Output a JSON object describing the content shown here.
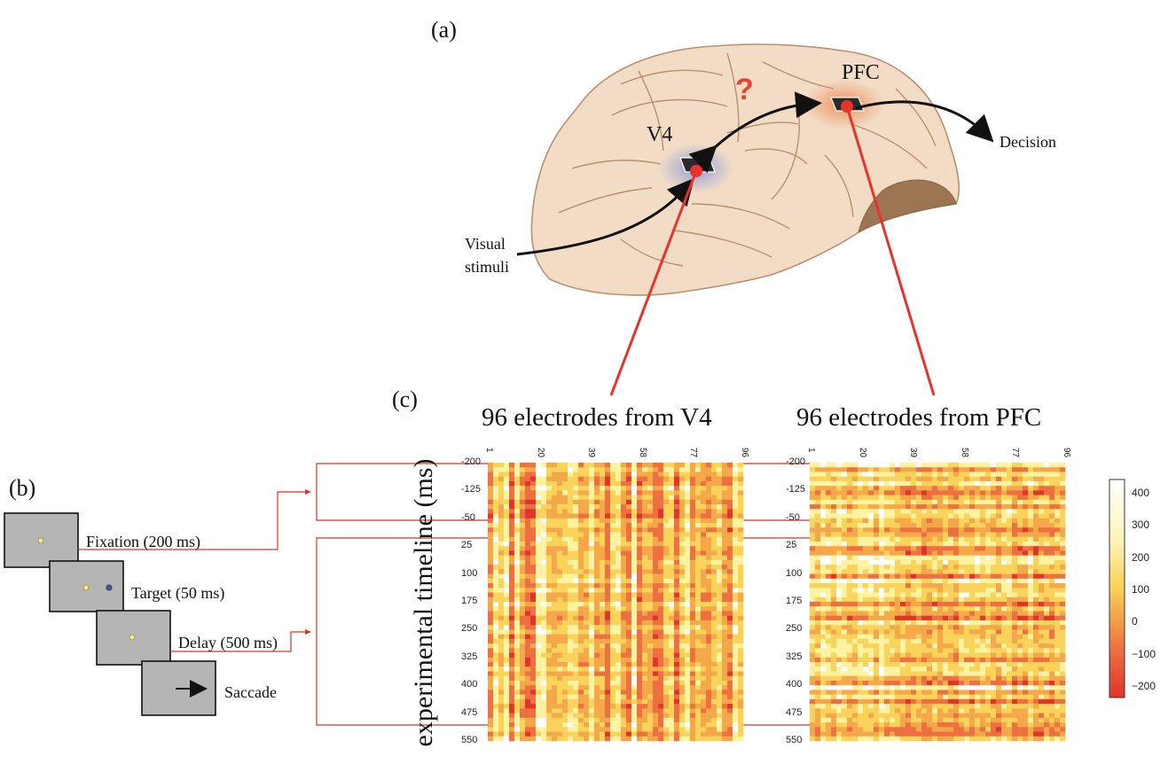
{
  "panels": {
    "a": "(a)",
    "b": "(b)",
    "c": "(c)"
  },
  "brain": {
    "regions": {
      "v4": "V4",
      "pfc": "PFC"
    },
    "question_mark": "?",
    "input_label_line1": "Visual",
    "input_label_line2": "stimuli",
    "output_label": "Decision",
    "colors": {
      "v4_glow": "#7f95d6",
      "pfc_glow": "#ee8a50",
      "electrode_dot": "#e8332a",
      "probe_line": "#e8332a"
    }
  },
  "task": {
    "stages": [
      {
        "label": "Fixation (200 ms)"
      },
      {
        "label": "Target (50 ms)"
      },
      {
        "label": "Delay (500 ms)"
      },
      {
        "label": "Saccade"
      }
    ],
    "screen_color": "#b5b5b5",
    "fixation_dot_color": "#f3ee6a",
    "target_dot_color": "#4a55a8"
  },
  "heatmaps": {
    "y_axis_label": "experimental timeline (ms)",
    "v4_title": "96 electrodes from V4",
    "pfc_title": "96 electrodes from PFC",
    "x_ticks": [
      "1",
      "20",
      "39",
      "58",
      "77",
      "96"
    ],
    "y_ticks": [
      "-200",
      "-125",
      "-50",
      "25",
      "100",
      "175",
      "250",
      "325",
      "400",
      "475",
      "550"
    ],
    "colorbar_ticks": [
      "400",
      "300",
      "200",
      "100",
      "0",
      "−100",
      "−200"
    ],
    "colorbar_colors": [
      "#ffffff",
      "#fff2a0",
      "#fcd35a",
      "#f5a84a",
      "#ec7040",
      "#e0352a"
    ]
  }
}
